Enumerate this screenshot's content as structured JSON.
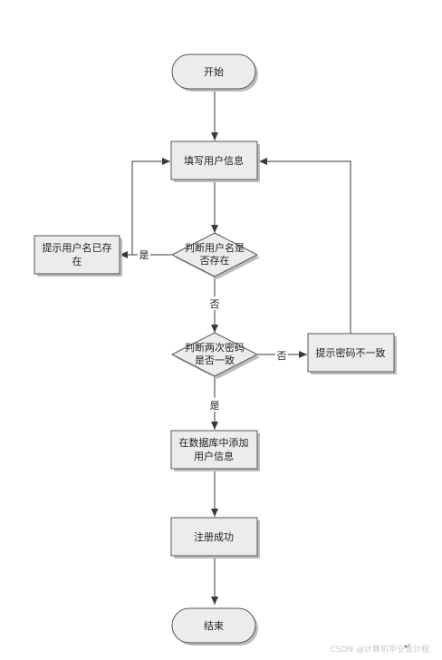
{
  "colors": {
    "fill": "#ececec",
    "stroke": "#555555",
    "shadow": "#bdbdbd",
    "line": "#3a3a3a"
  },
  "nodes": {
    "start": {
      "label": "开始"
    },
    "fill_info": {
      "label": "填写用户信息"
    },
    "check_user": {
      "lines": [
        "判断用户名是",
        "否存在"
      ]
    },
    "user_exists": {
      "lines": [
        "提示用户名已存",
        "在"
      ]
    },
    "check_pwd": {
      "lines": [
        "判断两次密码",
        "是否一致"
      ]
    },
    "pwd_mismatch": {
      "label": "提示密码不一致"
    },
    "add_db": {
      "lines": [
        "在数据库中添加",
        "用户信息"
      ]
    },
    "success": {
      "label": "注册成功"
    },
    "end": {
      "label": "结束"
    }
  },
  "edges": {
    "yes_exists": "是",
    "no_exists": "否",
    "no_match": "否",
    "yes_match": "是"
  },
  "watermark": "CSDN @计算机毕业设计程",
  "cursor_glyph": "↵"
}
